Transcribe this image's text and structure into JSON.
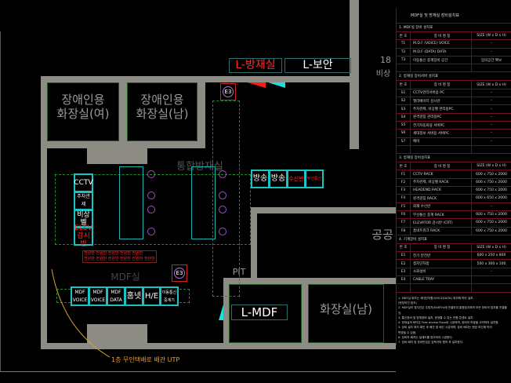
{
  "drawing": {
    "label_disaster_room": "L-방재실",
    "label_security": "L-보안",
    "label_mdf": "L-MDF",
    "room_toilet_disabled_f": [
      "장애인용",
      "화장실(여)"
    ],
    "room_toilet_disabled_m": [
      "장애인용",
      "화장실(남)"
    ],
    "room_toilet_m": "화장실(남)",
    "room_control": "통합방재실",
    "room_mdf": "MDF실",
    "room_public": "공공",
    "room_emergency": "비상",
    "room_number": "18",
    "pit": "PIT",
    "e3": "E3",
    "conduit_note": "1층 무인택배로 배관 UTP",
    "power_panels": [
      "전원반 전원반 전원반 전원반 전원반",
      "전원반 전원반 전원반 전원반 전원반 전원반"
    ],
    "control_equipment": [
      {
        "label": "CCTV",
        "color": "#ffffff"
      },
      {
        "label": "주차관제",
        "color": "#ffffff"
      },
      {
        "label": "비상벨",
        "color": "#ffffff"
      },
      {
        "label": "ELEV 감시반",
        "color": "#ff2a2a"
      }
    ],
    "broadcast_equipment": [
      {
        "label": "방송",
        "color": "#ffffff"
      },
      {
        "label": "방송",
        "color": "#ffffff"
      },
      {
        "label": "수신반",
        "color": "#ff2a2a"
      },
      {
        "label": "무선통신",
        "color": "#ff2a2a"
      }
    ],
    "mdf_equipment": [
      "MDF VOICE",
      "MDF VOICE",
      "MDF DATA",
      "홈넷",
      "H/E",
      "이동통신 중계기"
    ]
  },
  "panel": {
    "title": "MDF실 및 방재실 장비설치표",
    "sections": [
      {
        "title": "1. MDF실 장비 설치표",
        "headers": [
          "번 호",
          "장 비 명 칭",
          "SIZE (W x D x H)"
        ],
        "rows": [
          [
            "T1",
            "M.D.F (VOICE) VOICE",
            "–"
          ],
          [
            "T2",
            "M.D.F (DATA) DATA",
            "–"
          ],
          [
            "T3",
            "이동통신 중계장비 공간",
            "임의공간 확보"
          ],
          [
            "",
            "",
            ""
          ]
        ]
      },
      {
        "title": "2. 방재실 장비서버 설치표",
        "headers": [
          "번 호",
          "장 비 명 칭",
          "SIZE (W x D x H)"
        ],
        "rows": [
          [
            "S1",
            "CCTV관리서버용 PC",
            "–"
          ],
          [
            "S2",
            "엘리베이터 감시반",
            "–"
          ],
          [
            "S3",
            "주차관제, 비상벨 관리용PC",
            "–"
          ],
          [
            "S4",
            "원격검침 관리용PC",
            "–"
          ],
          [
            "S5",
            "전기자동화용 서버PC",
            "–"
          ],
          [
            "S6",
            "세대정보 서버용 서버PC",
            "–"
          ],
          [
            "S7",
            "예비",
            "–"
          ],
          [
            "",
            "",
            ""
          ]
        ]
      },
      {
        "title": "3. 방재실 장비설치표",
        "headers": [
          "번 호",
          "장 비 명 칭",
          "SIZE (W x D x H)"
        ],
        "rows": [
          [
            "F1",
            "CCTV RACK",
            "600 x 750 x 2000"
          ],
          [
            "F2",
            "주차관제, 비상벨 RACK",
            "600 x 750 x 2000"
          ],
          [
            "F3",
            "HEADEND RACK",
            "600 x 750 x 2000"
          ],
          [
            "F4",
            "원격검침 RACK",
            "600 x 650 x 2000"
          ],
          [
            "F5",
            "화재 수신반",
            "–"
          ],
          [
            "F6",
            "무선통신 중계 RACK",
            "600 x 750 x 2000"
          ],
          [
            "F7",
            "ELEVATOR 감시반 (CRT)",
            "600 x 750 x 2000"
          ],
          [
            "F8",
            "홈네트워크 RACK",
            "600 x 750 x 2000"
          ]
        ]
      },
      {
        "title": "4. 기계장비 설치표",
        "headers": [
          "번 호",
          "장 비 명 칭",
          "SIZE (W x D x H)"
        ],
        "rows": [
          [
            "E1",
            "전기 분전반",
            "600 x 250 x 800"
          ],
          [
            "E2",
            "접지단자함",
            "500 x 300 x 100"
          ],
          [
            "E3",
            "소화설비",
            "–"
          ],
          [
            "E4",
            "CABLE TRAY",
            ""
          ],
          [
            "",
            "",
            ""
          ]
        ]
      }
    ],
    "notes": [
      "1. MDF실 위치는 세대단자함(VOICE/DATA) 위치에 따라 설치.",
      "   (현장여건 참조)",
      "2. MDF실의 접지선은 주접지(EARTH)에 연결하여 통합접지하며 모든 장비의 접지를 연결할 것.",
      "3. 통신장비 및 방재장비 설치, 운영할 수 있는 전원 콘센트 설치.",
      "4. 방재실의 바닥은 Free Access Floor로 시공하며, 장비의 하중을 고려하여 설치함.",
      "5. 장비 설치 위치 확인 후 배관 및 배선 시공하며, 장비 배치는 현장 여건에 따라",
      "   변경될 수 있음.",
      "6. 장비의 배치는 설계도를 참조하여 시공한다.",
      "7. 장비 배치 및 장비반입은 감독자와 협의 후 설치한다."
    ]
  }
}
